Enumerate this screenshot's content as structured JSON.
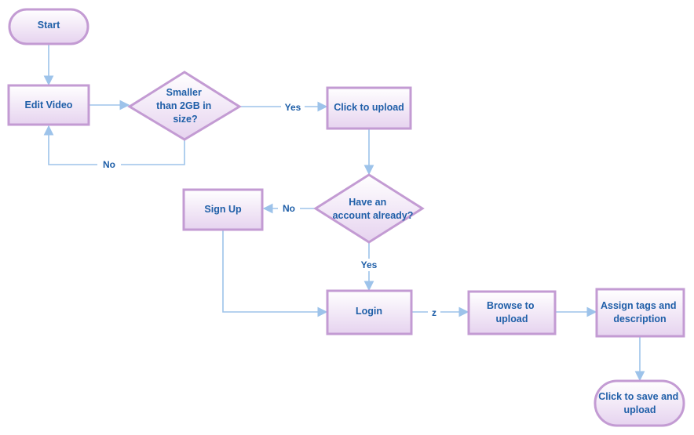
{
  "nodes": {
    "start": {
      "label": [
        "Start"
      ]
    },
    "edit_video": {
      "label": [
        "Edit Video"
      ]
    },
    "size_check": {
      "label": [
        "Smaller",
        "than 2GB in",
        "size?"
      ]
    },
    "click_upload": {
      "label": [
        "Click to upload"
      ]
    },
    "account_check": {
      "label": [
        "Have an",
        "account already?"
      ]
    },
    "sign_up": {
      "label": [
        "Sign Up"
      ]
    },
    "login": {
      "label": [
        "Login"
      ]
    },
    "browse": {
      "label": [
        "Browse to",
        "upload"
      ]
    },
    "assign_tags": {
      "label": [
        "Assign tags and",
        "description"
      ]
    },
    "save_upload": {
      "label": [
        "Click to save and",
        "upload"
      ]
    }
  },
  "edges": {
    "size_yes": "Yes",
    "size_no": "No",
    "account_no": "No",
    "account_yes": "Yes",
    "login_browse": "z"
  },
  "colors": {
    "node_border": "#c39bd3",
    "node_fill_top": "#ffffff",
    "node_fill_bottom": "#e6d3ef",
    "edge": "#9dc3ea",
    "text": "#1f5fa8"
  }
}
